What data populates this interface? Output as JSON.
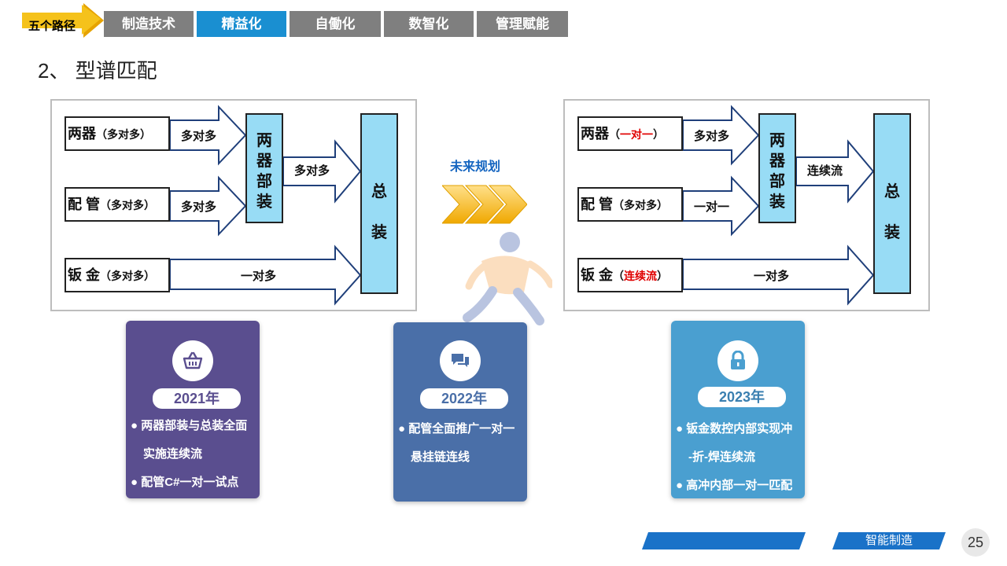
{
  "nav": {
    "tag": "五个路径",
    "tabs": [
      {
        "label": "制造技术",
        "active": false
      },
      {
        "label": "精益化",
        "active": true
      },
      {
        "label": "自働化",
        "active": false
      },
      {
        "label": "数智化",
        "active": false
      },
      {
        "label": "管理赋能",
        "active": false
      }
    ],
    "active_color": "#1a8fd1",
    "inactive_color": "#7f7f7f"
  },
  "title": "2、 型谱匹配",
  "current": {
    "sources": [
      {
        "name": "两器",
        "mode": "（多对多）"
      },
      {
        "name": "配 管",
        "mode": "（多对多）"
      },
      {
        "name": "钣 金",
        "mode": "（多对多）"
      }
    ],
    "arrows": {
      "a1": "多对多",
      "a2": "多对多",
      "a3": "多对多",
      "a4": "一对多"
    },
    "sub_assembly": "两器部装",
    "final_assembly": "总装"
  },
  "future_label": "未来规划",
  "future": {
    "sources": [
      {
        "name": "两器",
        "mode_pre": "（",
        "mode": "一对一",
        "mode_post": "）"
      },
      {
        "name": "配 管",
        "mode_pre": "（",
        "mode": "多对多",
        "mode_post": "）"
      },
      {
        "name": "钣 金",
        "mode_pre": "（",
        "mode": "连续流",
        "mode_post": "）"
      }
    ],
    "arrows": {
      "a1": "多对多",
      "a2": "一对一",
      "a3": "连续流",
      "a4": "一对多"
    },
    "sub_assembly": "两器部装",
    "final_assembly": "总装"
  },
  "cards": [
    {
      "year": "2021年",
      "icon": "basket-icon",
      "color": "#5a4e8f",
      "bullets": [
        "两器部装与总装全面",
        "实施连续流",
        "配管C#一对一试点"
      ]
    },
    {
      "year": "2022年",
      "icon": "chat-bubbles-icon",
      "color": "#4a6fa8",
      "bullets": [
        "配管全面推广一对一",
        "悬挂链连线"
      ]
    },
    {
      "year": "2023年",
      "icon": "lock-icon",
      "color": "#4a9fd0",
      "bullets": [
        "钣金数控内部实现冲",
        "-折-焊连续流",
        "高冲内部一对一匹配"
      ]
    }
  ],
  "footer": {
    "label": "智能制造",
    "page": "25"
  }
}
